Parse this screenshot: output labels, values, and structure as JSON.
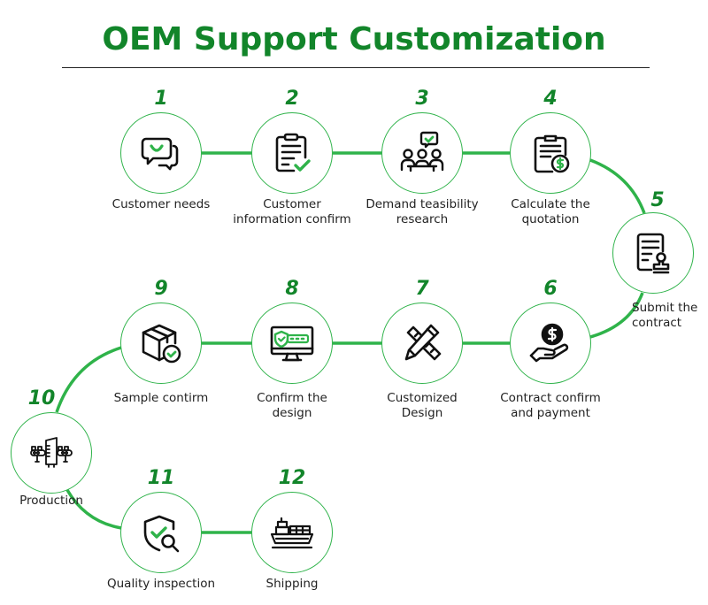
{
  "title": "OEM Support Customization",
  "colors": {
    "accent": "#12852a",
    "line": "#2fb34a",
    "text": "#222222"
  },
  "steps": [
    {
      "num": "1",
      "label": "Customer needs",
      "icon": "chat-bubbles-icon"
    },
    {
      "num": "2",
      "label": "Customer\ninformation confirm",
      "icon": "clipboard-check-icon"
    },
    {
      "num": "3",
      "label": "Demand teasibility\nresearch",
      "icon": "meeting-people-icon"
    },
    {
      "num": "4",
      "label": "Calculate the\nquotation",
      "icon": "clipboard-dollar-icon"
    },
    {
      "num": "5",
      "label": "Submit the\ncontract",
      "icon": "contract-stamp-icon"
    },
    {
      "num": "6",
      "label": "Contract confirm\nand payment",
      "icon": "hand-coin-icon"
    },
    {
      "num": "7",
      "label": "Customized\nDesign",
      "icon": "pencil-ruler-icon"
    },
    {
      "num": "8",
      "label": "Confirm the\ndesign",
      "icon": "monitor-shield-icon"
    },
    {
      "num": "9",
      "label": "Sample contirm",
      "icon": "box-check-icon"
    },
    {
      "num": "10",
      "label": "Production",
      "icon": "conveyor-factory-icon"
    },
    {
      "num": "11",
      "label": "Quality inspection",
      "icon": "shield-search-icon"
    },
    {
      "num": "12",
      "label": "Shipping",
      "icon": "cargo-ship-icon"
    }
  ]
}
